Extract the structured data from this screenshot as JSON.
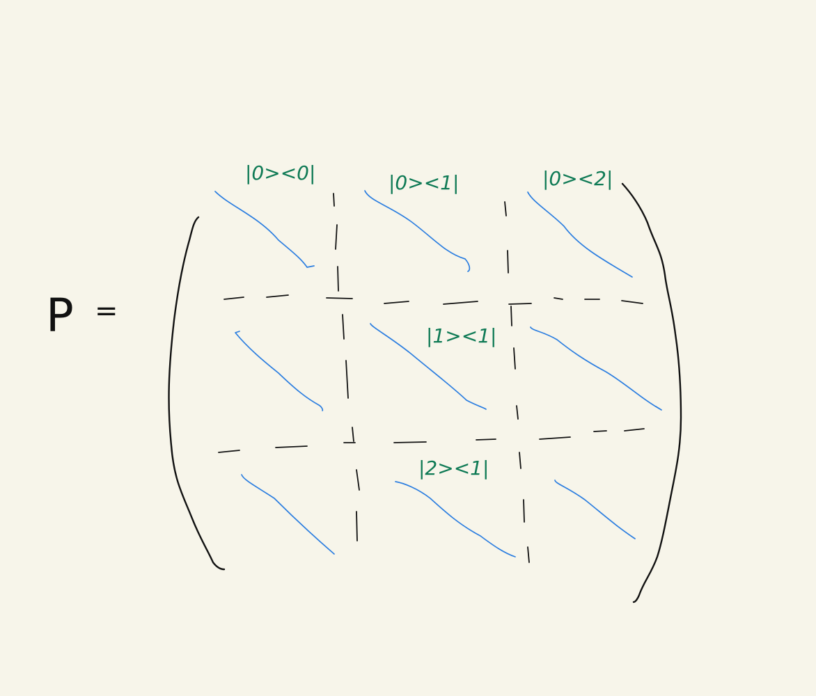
{
  "symbol": "P",
  "equals": "=",
  "labels": {
    "ket0_bra0": "|0><0|",
    "ket0_bra1": "|0><1|",
    "ket0_bra2": "|0><2|",
    "ket1_bra1": "|1><1|",
    "ket2_bra1": "|2><1|"
  },
  "colors": {
    "background": "#f7f5ea",
    "ink": "#111111",
    "diagonal_lines": "#2a7de0",
    "labels": "#0f7a55"
  }
}
